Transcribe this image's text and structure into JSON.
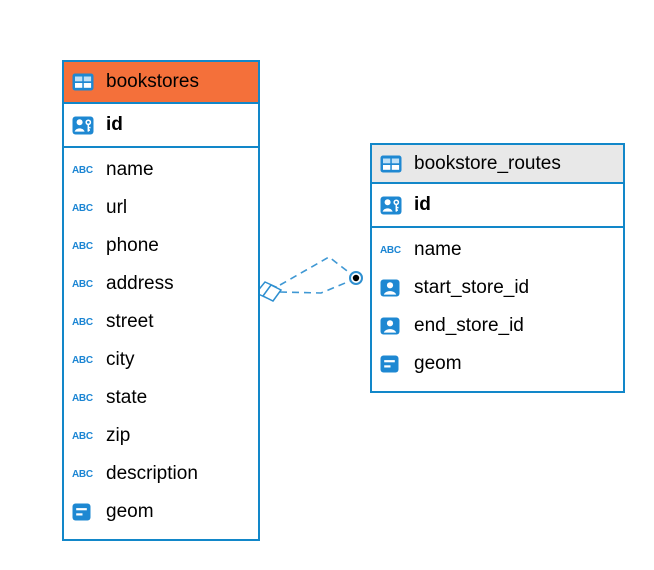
{
  "diagram": {
    "background": "#ffffff",
    "colors": {
      "table_border": "#1287c9",
      "bookstores_header_bg": "#f4703a",
      "routes_header_bg": "#e8e8e8",
      "icon_blue": "#1e88d2",
      "connector_blue": "#3f98d4",
      "text": "#000000"
    },
    "icons": {
      "text_glyph": "ABC"
    },
    "tables": {
      "bookstores": {
        "title": "bookstores",
        "pk": {
          "name": "id",
          "type": "primary-key"
        },
        "columns": [
          {
            "name": "name",
            "type": "text"
          },
          {
            "name": "url",
            "type": "text"
          },
          {
            "name": "phone",
            "type": "text"
          },
          {
            "name": "address",
            "type": "text"
          },
          {
            "name": "street",
            "type": "text"
          },
          {
            "name": "city",
            "type": "text"
          },
          {
            "name": "state",
            "type": "text"
          },
          {
            "name": "zip",
            "type": "text"
          },
          {
            "name": "description",
            "type": "text"
          },
          {
            "name": "geom",
            "type": "geometry"
          }
        ]
      },
      "routes": {
        "title": "bookstore_routes",
        "pk": {
          "name": "id",
          "type": "primary-key"
        },
        "columns": [
          {
            "name": "name",
            "type": "text"
          },
          {
            "name": "start_store_id",
            "type": "foreign-key-ref"
          },
          {
            "name": "end_store_id",
            "type": "foreign-key-ref"
          },
          {
            "name": "geom",
            "type": "geometry"
          }
        ]
      }
    },
    "relationship": {
      "source_table": "bookstores",
      "target_table": "bookstore_routes",
      "line_style": "dashed",
      "source_marker": "double-diamond",
      "target_marker": "filled-dot"
    }
  }
}
